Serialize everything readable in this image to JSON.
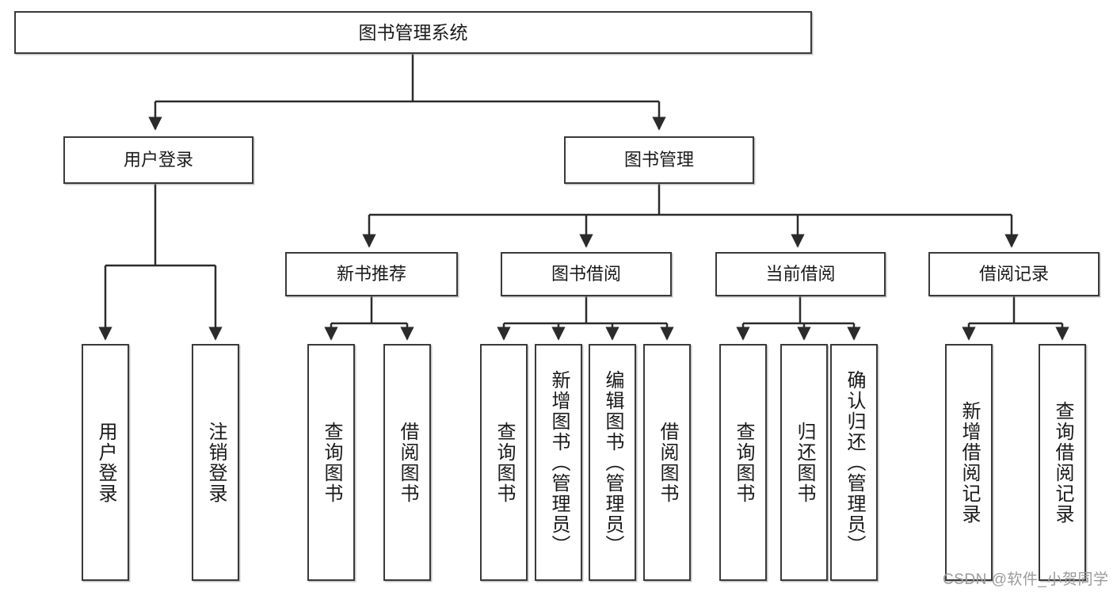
{
  "diagram": {
    "title": "图书管理系统",
    "type": "hierarchy-tree",
    "colors": {
      "box_border": "#3a3a3a",
      "box_fill": "#ffffff",
      "edge": "#2b2b2b",
      "text": "#1a1a1a",
      "watermark": "#9a9a9a"
    },
    "levels": {
      "root": {
        "label": "图书管理系统"
      },
      "level1": [
        {
          "label": "用户登录"
        },
        {
          "label": "图书管理"
        }
      ],
      "level2": [
        {
          "label": "新书推荐"
        },
        {
          "label": "图书借阅"
        },
        {
          "label": "当前借阅"
        },
        {
          "label": "借阅记录"
        }
      ],
      "leaves": {
        "user_login": [
          {
            "label": "用户登录"
          },
          {
            "label": "注销登录"
          }
        ],
        "new_book_recommend": [
          {
            "label": "查询图书"
          },
          {
            "label": "借阅图书"
          }
        ],
        "book_borrow": [
          {
            "label": "查询图书"
          },
          {
            "label": "新增图书（管理员）"
          },
          {
            "label": "编辑图书（管理员）"
          },
          {
            "label": "借阅图书"
          }
        ],
        "current_borrow": [
          {
            "label": "查询图书"
          },
          {
            "label": "归还图书"
          },
          {
            "label": "确认归还（管理员）"
          }
        ],
        "borrow_record": [
          {
            "label": "新增借阅记录"
          },
          {
            "label": "查询借阅记录"
          }
        ]
      }
    }
  },
  "watermark": {
    "text": "CSDN @软件_小贺同学"
  }
}
